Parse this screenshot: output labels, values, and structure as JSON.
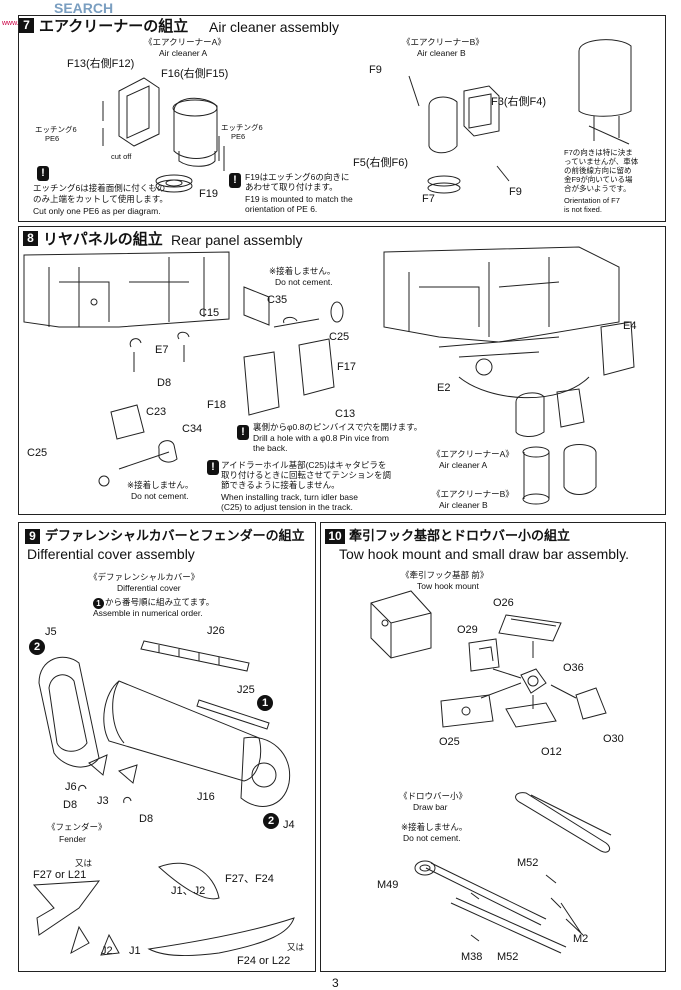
{
  "watermark": {
    "brand": "SEARCH",
    "site": "www.hobbysearch.com"
  },
  "step7": {
    "title_jp": "エアクリーナーの組立",
    "title_en": "Air cleaner assembly",
    "sub_a_jp": "《エアクリーナーA》",
    "sub_a_en": "Air cleaner A",
    "sub_b_jp": "《エアクリーナーB》",
    "sub_b_en": "Air cleaner B",
    "labels": {
      "f13": "F13(右側F12)",
      "f16": "F16(右側F15)",
      "f19": "F19",
      "f9a": "F9",
      "f9b": "F9",
      "f3": "F3(右側F4)",
      "f5": "F5(右側F6)",
      "f7": "F7"
    },
    "etch_l1": "エッチング6",
    "etch_l2": "PE6",
    "etch_r1": "エッチング6",
    "etch_r2": "PE6",
    "cutoff": "cut off",
    "note1_jp1": "エッチング6は接着面側に付くもの",
    "note1_jp2": "のみ上端をカットして使用します。",
    "note1_en": "Cut only one PE6 as per diagram.",
    "note2_jp1": "F19はエッチング6の向きに",
    "note2_jp2": "あわせて取り付けます。",
    "note2_en1": "F19 is mounted to match the",
    "note2_en2": "orientation of PE 6.",
    "note3_jp1": "F7の向きは特に決ま",
    "note3_jp2": "っていませんが、車体",
    "note3_jp3": "の前後線方向に留め",
    "note3_jp4": "金F9が向いている場",
    "note3_jp5": "合が多いようです。",
    "note3_en1": "Orientation of F7",
    "note3_en2": "is not fixed."
  },
  "step8": {
    "number": "8",
    "title_jp": "リヤパネルの組立",
    "title_en": "Rear panel assembly",
    "nocement_jp": "※接着しません。",
    "nocement_en": "Do not cement.",
    "labels": {
      "c35": "C35",
      "c15": "C15",
      "c25a": "C25",
      "f17": "F17",
      "e7": "E7",
      "d8": "D8",
      "f18": "F18",
      "c13": "C13",
      "c23": "C23",
      "c34": "C34",
      "c25b": "C25",
      "e4": "E4",
      "e2": "E2"
    },
    "drill_jp1": "裏側からφ0.8のピンバイスで穴を開けます。",
    "drill_en1": "Drill a hole with a φ0.8 Pin vice from",
    "drill_en2": "the back.",
    "idler_jp1": "アイドラーホイル基部(C25)はキャタピラを",
    "idler_jp2": "取り付けるときに回転させてテンションを調",
    "idler_jp3": "節できるように接着しません。",
    "idler_en1": "When installing track, turn idler base",
    "idler_en2": "(C25) to adjust tension in the track.",
    "nocement2_jp": "※接着しません。",
    "nocement2_en": "Do not cement.",
    "ac_a_jp": "《エアクリーナーA》",
    "ac_a_en": "Air cleaner A",
    "ac_b_jp": "《エアクリーナーB》",
    "ac_b_en": "Air cleaner B"
  },
  "step9": {
    "number": "9",
    "title_jp": "デファレンシャルカバーとフェンダーの組立",
    "title_en": "Differential cover assembly",
    "sub_jp": "《デファレンシャルカバー》",
    "sub_en": "Differential cover",
    "order_jp": "から番号順に組み立てます。",
    "order_en": "Assemble in numerical order.",
    "order_num": "1",
    "labels": {
      "j5": "J5",
      "j26": "J26",
      "j25": "J25",
      "j6": "J6",
      "d8a": "D8",
      "j3": "J3",
      "d8b": "D8",
      "j16": "J16",
      "j4": "J4"
    },
    "circ2a": "2",
    "circ1": "1",
    "circ2b": "2",
    "fender_jp": "《フェンダー》",
    "fender_en": "Fender",
    "or_jp1": "又は",
    "f27l21": "F27 or L21",
    "j1j2": "J1、J2",
    "f27f24": "F27、F24",
    "j2": "J2",
    "j1": "J1",
    "or_jp2": "又は",
    "f24l22": "F24 or L22"
  },
  "step10": {
    "number": "10",
    "title_jp": "牽引フック基部とドロウバー小の組立",
    "title_en": "Tow hook mount and small draw bar assembly.",
    "tow_jp": "《牽引フック基部 前》",
    "tow_en": "Tow hook mount",
    "labels": {
      "o26": "O26",
      "o29": "O29",
      "o36": "O36",
      "o25": "O25",
      "o12": "O12",
      "o30": "O30",
      "m52a": "M52",
      "m49": "M49",
      "m2": "M2",
      "m38": "M38",
      "m52b": "M52"
    },
    "draw_jp": "《ドロウバー小》",
    "draw_en": "Draw bar",
    "nocement_jp": "※接着しません。",
    "nocement_en": "Do not cement."
  },
  "page_number": "3"
}
